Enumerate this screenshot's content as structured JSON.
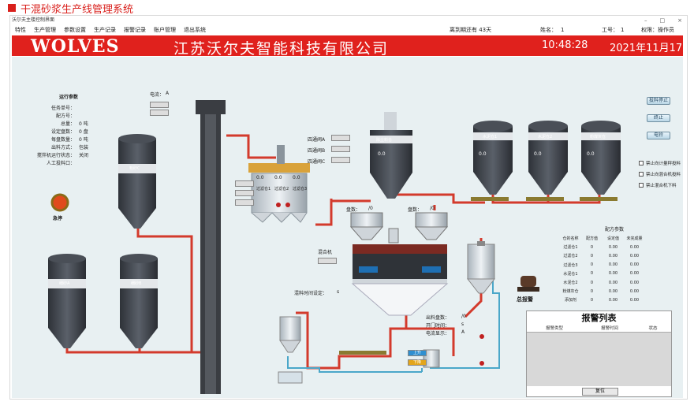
{
  "caption": "干混砂浆生产线管理系统",
  "window": {
    "title": "沃尔夫主楼控制界面",
    "controls": [
      "–",
      "□",
      "×"
    ]
  },
  "menu": {
    "items": [
      "特性",
      "生产管理",
      "参数设置",
      "生产记录",
      "报警记录",
      "账户管理",
      "退出系统"
    ],
    "days_left": "离到期还有 43天",
    "name_label": "姓名：",
    "name_value": "1",
    "worker_label": "工号：",
    "worker_value": "1",
    "permission": "权限：操作员"
  },
  "banner": {
    "logo": "WOLVES",
    "company": "江苏沃尔夫智能科技有限公司",
    "time": "10:48:28",
    "date": "2021年11月17日"
  },
  "run_params": {
    "title": "运行参数",
    "rows": [
      {
        "label": "任务单号：",
        "value": ""
      },
      {
        "label": "配方号：",
        "value": ""
      },
      {
        "label": "总量：",
        "value": "0 吨"
      },
      {
        "label": "设定盘数：",
        "value": "0 盘"
      },
      {
        "label": "每盘数量：",
        "value": "0 吨"
      },
      {
        "label": "出料方式：",
        "value": "包装"
      },
      {
        "label": "搅拌机运行状态：",
        "value": "关闭"
      },
      {
        "label": "人工投料口：",
        "value": ""
      }
    ]
  },
  "estop": {
    "label": "急停"
  },
  "current": {
    "label": "电流：",
    "value": "A"
  },
  "silos": {
    "coarse_c": "粗砂C",
    "fine_a": "细砂A",
    "fine_b": "细砂B",
    "dedust": "除尘料仓",
    "cement1": "水泥仓1",
    "cement2": "水泥仓2",
    "ash": "粉煤灰仓"
  },
  "silo_values": {
    "v": "0.0"
  },
  "sieves": {
    "labels": [
      "过滤仓1",
      "过滤仓2",
      "过滤仓3"
    ],
    "values": [
      "0.0",
      "0.0",
      "0.0"
    ]
  },
  "diverters": [
    "四通阀A",
    "四通阀B",
    "四通阀C"
  ],
  "hoppers": {
    "left_label": "盘数：",
    "left_value": "/0",
    "right_label": "盘数：",
    "right_value": "/0"
  },
  "mixer": {
    "label": "混合机",
    "mix_time_label": "混料时间设定：",
    "mix_time_unit": "s"
  },
  "discharge": {
    "count_label": "出料盘数：",
    "count_value": "/0",
    "open_label": "开门时间：",
    "open_value": "s",
    "current_label": "电流显示：",
    "current_value": "A",
    "btn_up": "上升",
    "btn_down": "下降"
  },
  "side_buttons": [
    "投料停止",
    "终止",
    "电铃"
  ],
  "checkboxes": [
    "禁止向计量秤投料",
    "禁止向混合机投料",
    "禁止混合机下料"
  ],
  "recipe": {
    "title": "配方参数",
    "headers": [
      "仓的名称",
      "配方值",
      "设定值",
      "未完成量"
    ],
    "rows": [
      [
        "过滤仓1",
        "0",
        "0.00",
        "0.00"
      ],
      [
        "过滤仓2",
        "0",
        "0.00",
        "0.00"
      ],
      [
        "过滤仓3",
        "0",
        "0.00",
        "0.00"
      ],
      [
        "水泥仓1",
        "0",
        "0.00",
        "0.00"
      ],
      [
        "水泥仓2",
        "0",
        "0.00",
        "0.00"
      ],
      [
        "粉煤灰仓",
        "0",
        "0.00",
        "0.00"
      ],
      [
        "添加剂",
        "0",
        "0.00",
        "0.00"
      ]
    ]
  },
  "main_alarm": "总报警",
  "alarm_list": {
    "title": "报警列表",
    "columns": [
      "报警类型",
      "报警时间",
      "状态"
    ],
    "reset": "复位"
  },
  "colors": {
    "brand_red": "#e0211d",
    "pipe_red": "#d33a2c",
    "pipe_blue": "#4aa7c9",
    "silo_dark": "#3b3f46"
  }
}
